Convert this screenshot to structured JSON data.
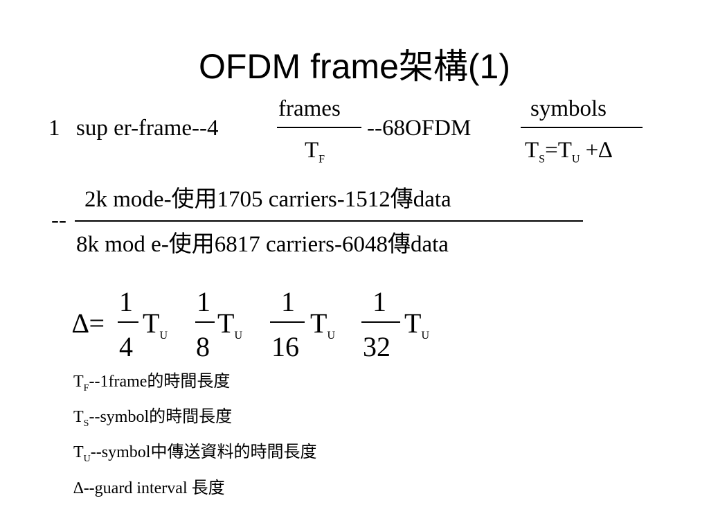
{
  "title": "OFDM frame架構(1)",
  "eq1": {
    "lead_one": "1",
    "super_frame": "sup er-frame--4",
    "frames_num": "frames",
    "tf_T": "T",
    "tf_sub": "F",
    "mid": "--68OFDM",
    "symbols_num": "symbols",
    "ts_T": "T",
    "ts_sub": "S",
    "eq_sign": "=T",
    "tu_sub": "U",
    "plus_delta": "+∆"
  },
  "eq2": {
    "dash": "--",
    "top": "2k mode-使用1705 carriers-1512傳data",
    "bottom": "8k  mod e-使用6817 carriers-6048傳data"
  },
  "eq3": {
    "delta_eq": "∆=",
    "fractions": [
      {
        "num": "1",
        "den": "4"
      },
      {
        "num": "1",
        "den": "8"
      },
      {
        "num": "1",
        "den": "16"
      },
      {
        "num": "1",
        "den": "32"
      }
    ],
    "T": "T",
    "U": "U"
  },
  "defs": [
    {
      "sym": "T",
      "sub": "F",
      "text": "--1frame的時間長度"
    },
    {
      "sym": "T",
      "sub": "S",
      "text": "--symbol的時間長度"
    },
    {
      "sym": "T",
      "sub": "U",
      "text": "--symbol中傳送資料的時間長度"
    },
    {
      "sym": "∆",
      "sub": "",
      "text": "--guard interval 長度"
    }
  ]
}
